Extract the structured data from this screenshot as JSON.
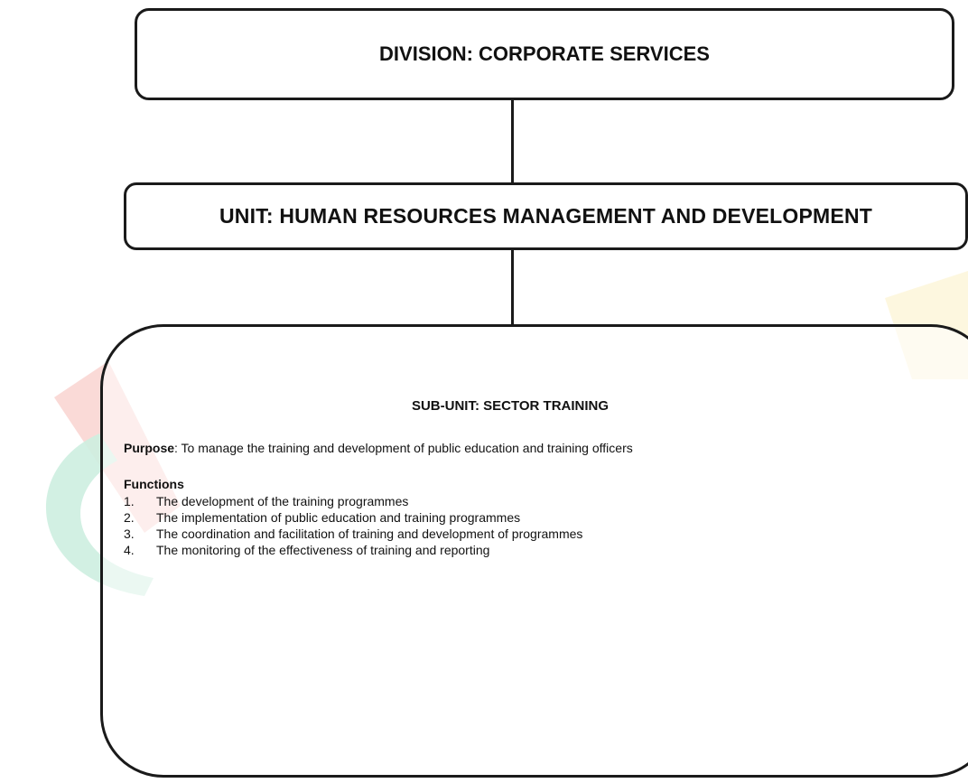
{
  "division": {
    "title": "DIVISION: CORPORATE SERVICES"
  },
  "unit": {
    "title": "UNIT: HUMAN RESOURCES MANAGEMENT AND DEVELOPMENT"
  },
  "subunit": {
    "title": "SUB-UNIT: SECTOR TRAINING",
    "purpose_label": "Purpose",
    "purpose_text": ": To manage the training and development of public education and training officers",
    "functions_heading": "Functions",
    "functions": [
      {
        "number": "1.",
        "text": "The development of the training programmes"
      },
      {
        "number": "2.",
        "text": "The implementation of public education and training programmes"
      },
      {
        "number": "3.",
        "text": "The coordination and facilitation of training and development of programmes"
      },
      {
        "number": "4.",
        "text": "The  monitoring of the effectiveness of training and  reporting"
      }
    ]
  },
  "colors": {
    "watermark_red": "#f9d4d0",
    "watermark_green": "#cdeee0",
    "watermark_yellow": "#fdf6dc",
    "border": "#1a1a1a"
  }
}
